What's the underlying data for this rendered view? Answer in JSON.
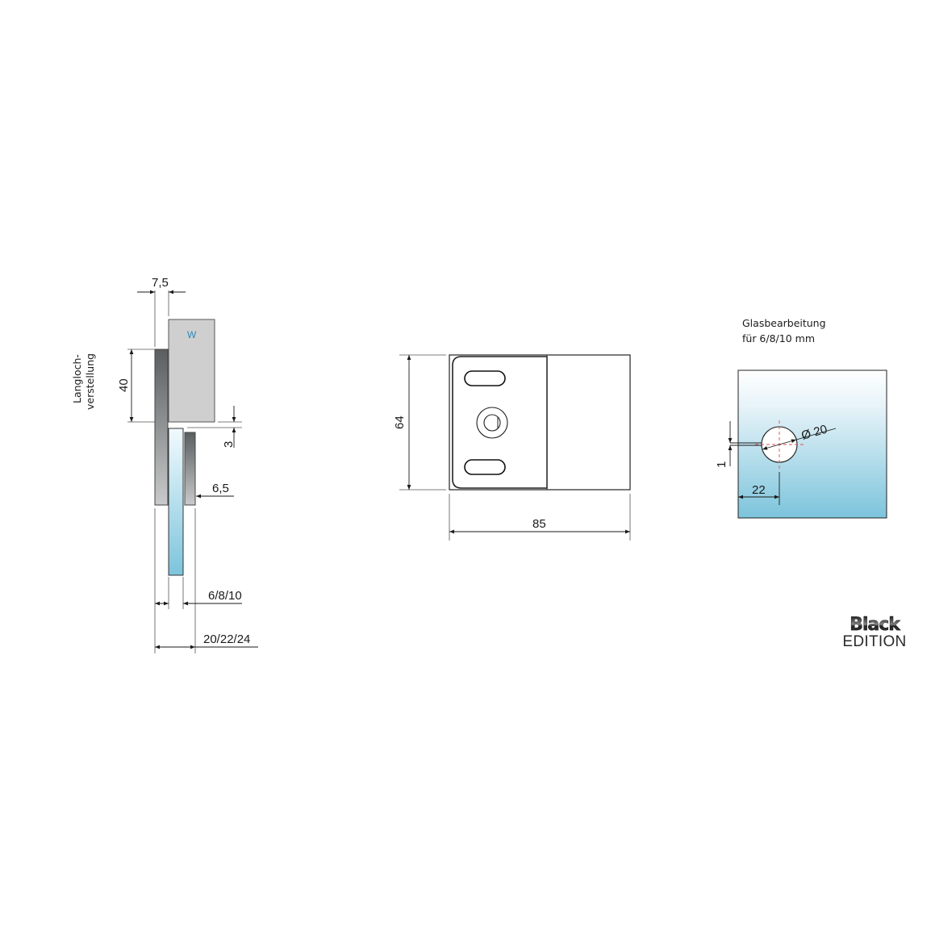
{
  "side_view": {
    "label_line1": "Langloch-",
    "label_line2": "verstellung",
    "dim_top_width": "7,5",
    "dim_slot_height": "40",
    "dim_gap": "3",
    "dim_plate": "6,5",
    "dim_glass": "6/8/10",
    "dim_total": "20/22/24",
    "wall_marker": "W"
  },
  "front_view": {
    "dim_height": "64",
    "dim_width": "85"
  },
  "glass_processing": {
    "title_line1": "Glasbearbeitung",
    "title_line2": "für 6/8/10 mm",
    "dim_diameter": "Ø 20",
    "dim_offset": "1",
    "dim_edge": "22"
  },
  "logo": {
    "line1": "Black",
    "line2": "EDITION"
  },
  "colors": {
    "glass_top": "#eef7fb",
    "glass_bottom": "#7cc4dc",
    "wall_gray": "#cfcfcf",
    "plate_dark": "#5a5e60",
    "plate_light": "#c8cacb",
    "center_line": "#e05050",
    "wall_marker": "#2a8ab8"
  }
}
